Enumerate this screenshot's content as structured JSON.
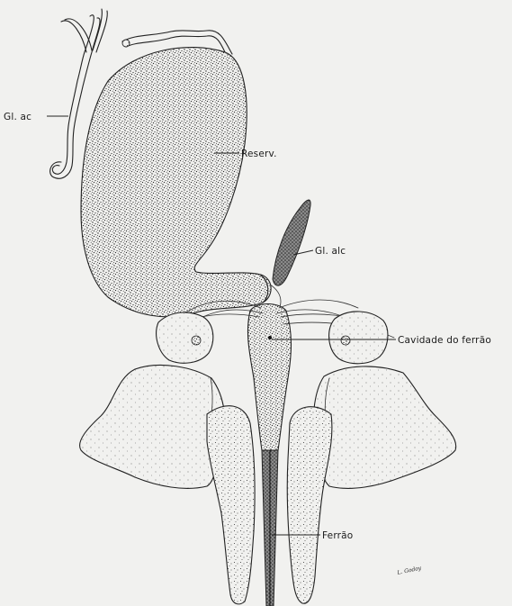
{
  "figure": {
    "labels": {
      "gl_ac": "Gl. ac",
      "reserv": "Reserv.",
      "gl_alc": "Gl. alc",
      "cavidade": "Cavidade do ferrão",
      "ferrao": "Ferrão"
    },
    "signature": "L. Godoy",
    "colors": {
      "background": "#f1f1ef",
      "ink": "#222222"
    }
  }
}
